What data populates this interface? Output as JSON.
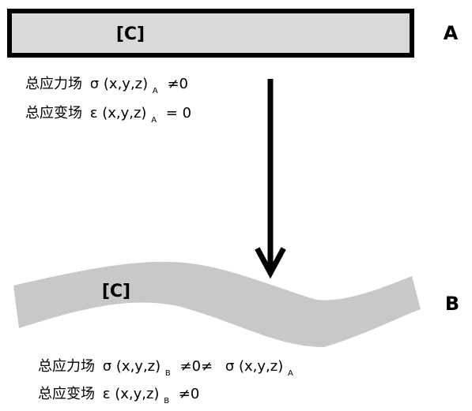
{
  "state_a": {
    "letter": "A",
    "block_label": "[C]",
    "fill_color": "#d9d9d9",
    "stress_line": {
      "prefix": "总应力场",
      "symbol": "σ",
      "args": "(x,y,z)",
      "sub": "A",
      "relation": "≠0"
    },
    "strain_line": {
      "prefix": "总应变场",
      "symbol": "ε",
      "args": "(x,y,z)",
      "sub": "A",
      "relation": "= 0"
    }
  },
  "state_b": {
    "letter": "B",
    "block_label": "[C]",
    "fill_color": "#c8c8c8",
    "stress_line": {
      "prefix": "总应力场",
      "symbol": "σ",
      "args": "(x,y,z)",
      "sub": "B",
      "relation": "≠0≠",
      "compare_symbol": "σ",
      "compare_args": "(x,y,z)",
      "compare_sub": "A"
    },
    "strain_line": {
      "prefix": "总应变场",
      "symbol": "ε",
      "args": "(x,y,z)",
      "sub": "B",
      "relation": "≠0"
    }
  },
  "arrow": {
    "direction": "down",
    "color": "#000000"
  }
}
